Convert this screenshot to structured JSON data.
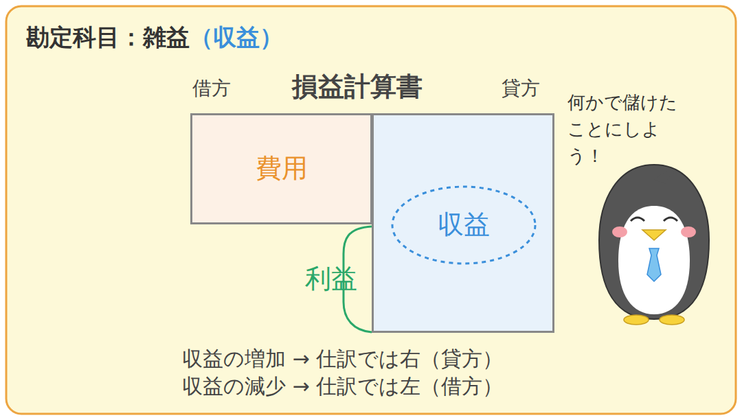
{
  "diagram": {
    "title": "勘定科目：雑益",
    "nodes": [
      {
        "text": [
          "費用"
        ]
      },
      {
        "text": []
      },
      {
        "text": [
          "収益"
        ],
        "in": 1
      }
    ],
    "labels": [
      "（収益）",
      "借方",
      "損益計算書",
      "貸方",
      "何かで儲けたことにしよう！",
      "利益",
      "収益の増加 → 仕訳では右（貸方）",
      "収益の減少 → 仕訳では左（借方）"
    ]
  }
}
